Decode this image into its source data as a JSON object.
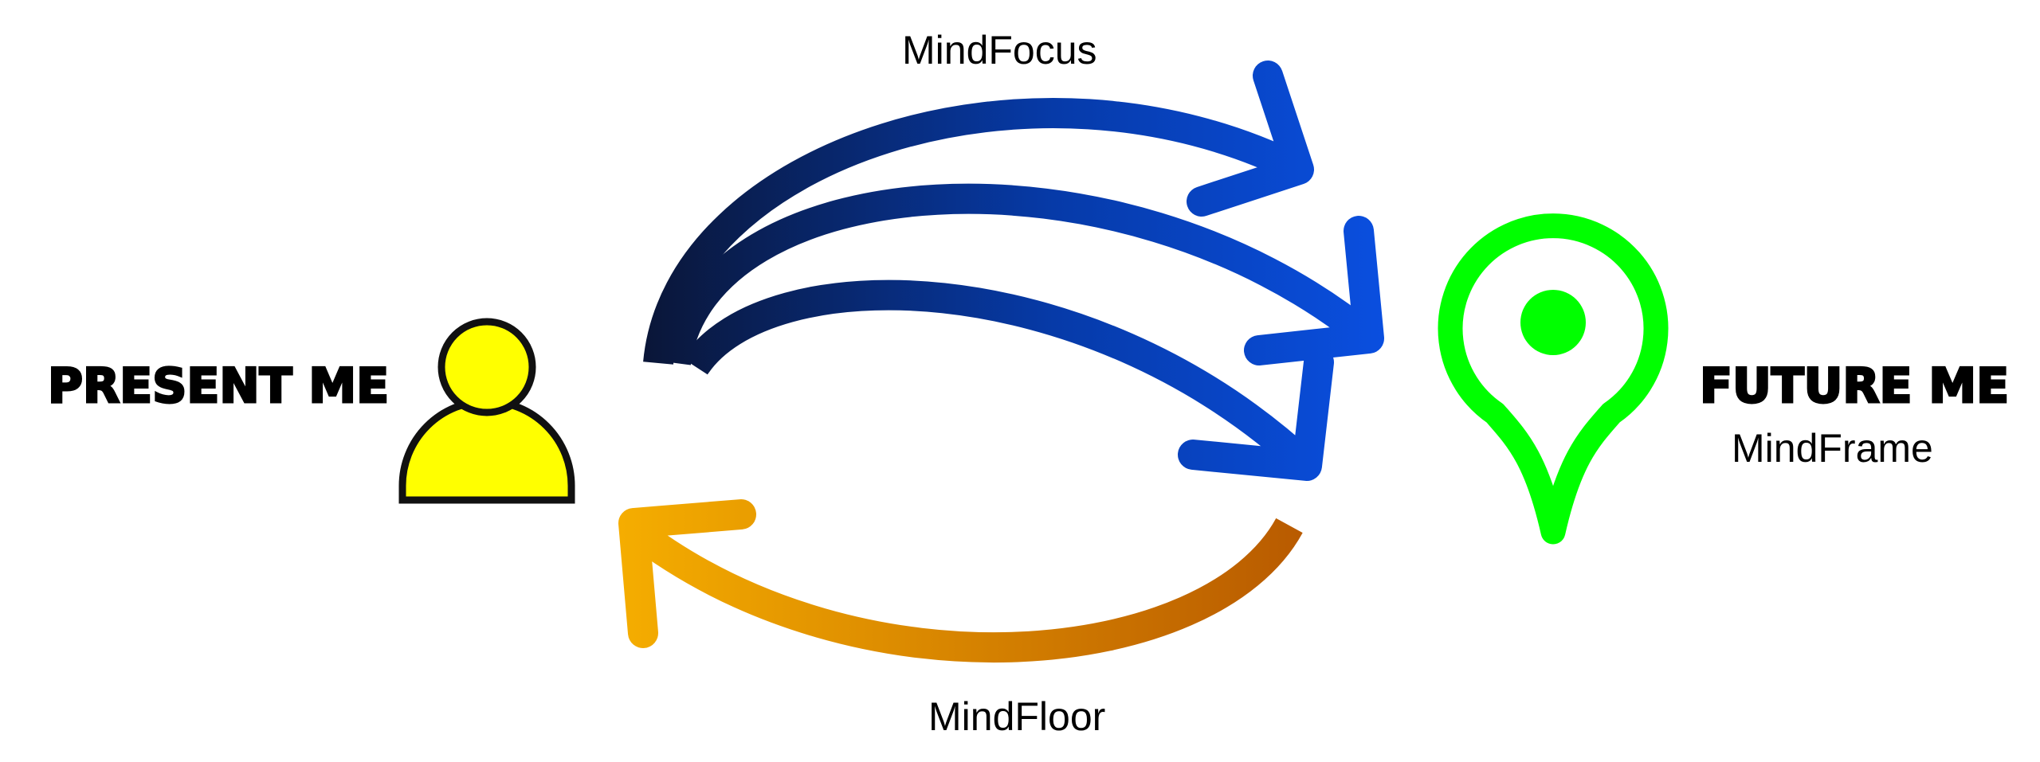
{
  "labels": {
    "present": "PRESENT ME",
    "future": "FUTURE ME",
    "future_sub": "MindFrame",
    "top_flow": "MindFocus",
    "bottom_flow": "MindFloor"
  },
  "icons": {
    "present": "person-icon",
    "future": "map-pin-icon"
  },
  "colors": {
    "person_fill": "#ffff00",
    "pin": "#00ff00",
    "forward_arrow_start": "#0a1638",
    "forward_arrow_end": "#0a4fe0",
    "return_arrow_start": "#b85a00",
    "return_arrow_end": "#f5ad00"
  }
}
